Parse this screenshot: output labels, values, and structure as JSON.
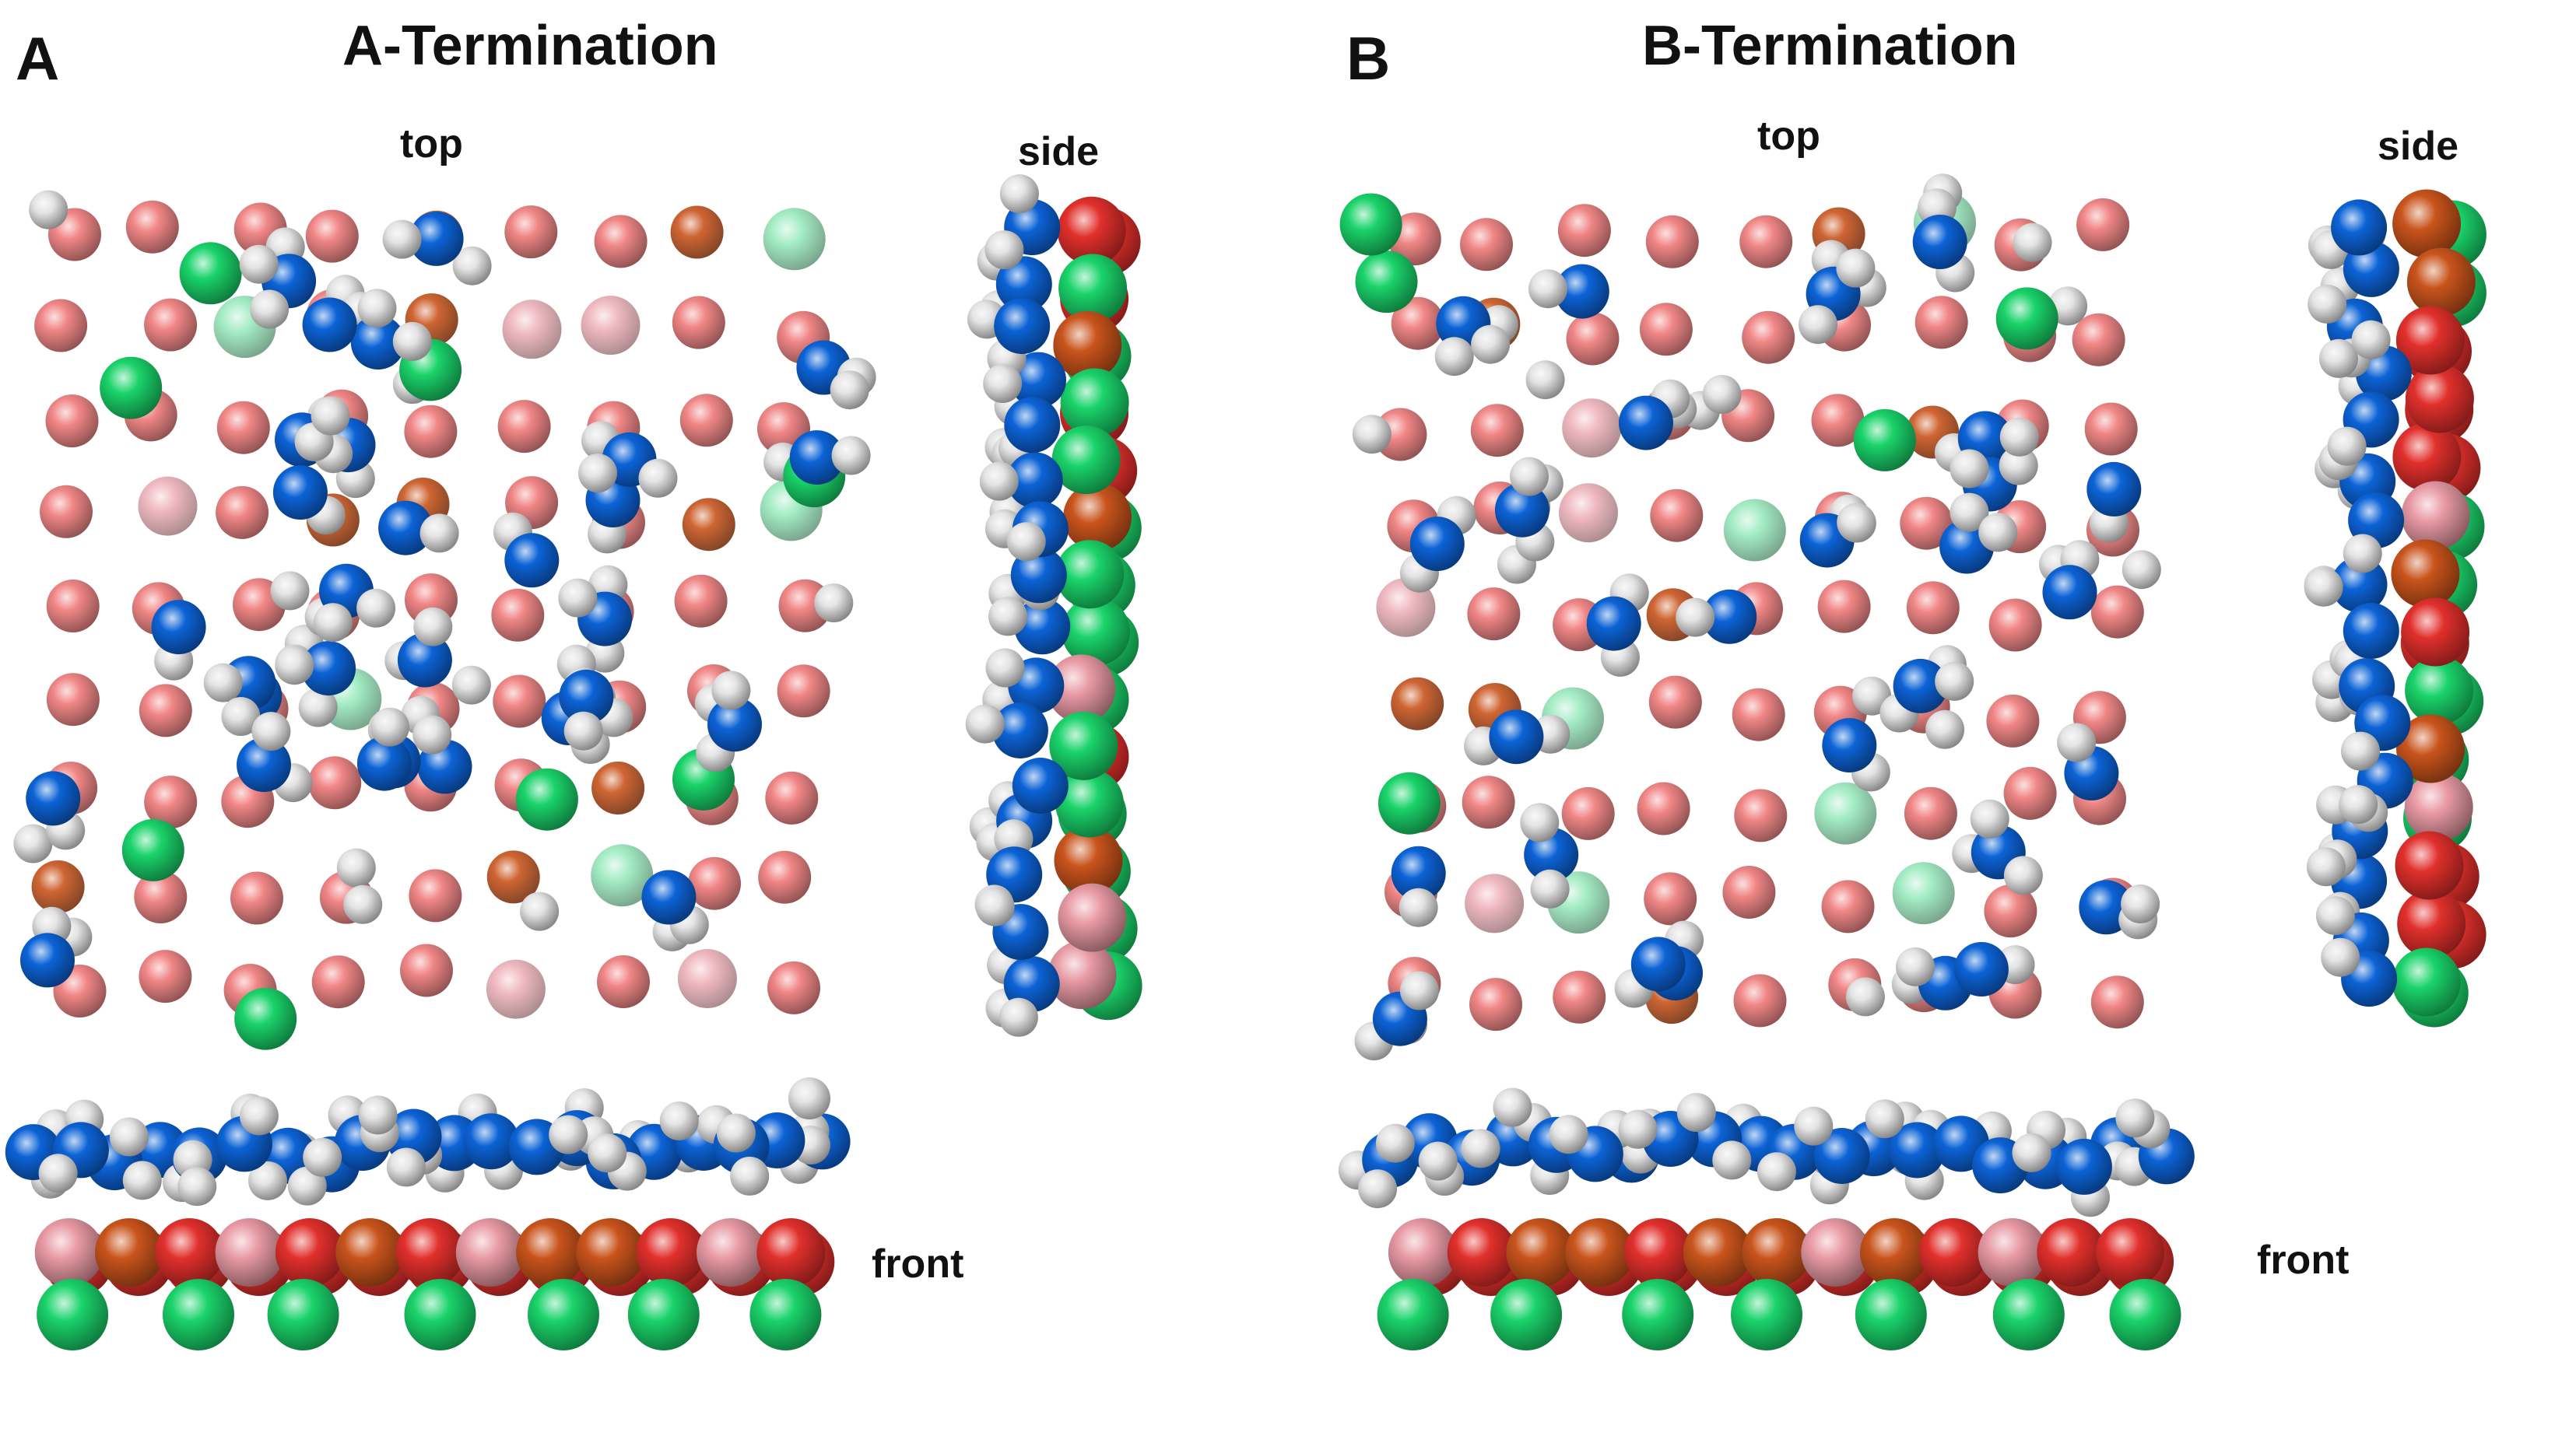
{
  "palette": {
    "blue": "#0c63d6",
    "white": "#e4e4e4",
    "red": "#e1302c",
    "salmon": "#f08080",
    "green": "#1ad36a",
    "light_green": "#84e6b0",
    "orange": "#c9541c",
    "pink": "#e89aa4"
  },
  "panels": [
    {
      "letter": "A",
      "title": "A-Termination",
      "views": {
        "top": "top",
        "side": "side",
        "front": "front"
      }
    },
    {
      "letter": "B",
      "title": "B-Termination",
      "views": {
        "top": "top",
        "side": "side",
        "front": "front"
      }
    }
  ]
}
